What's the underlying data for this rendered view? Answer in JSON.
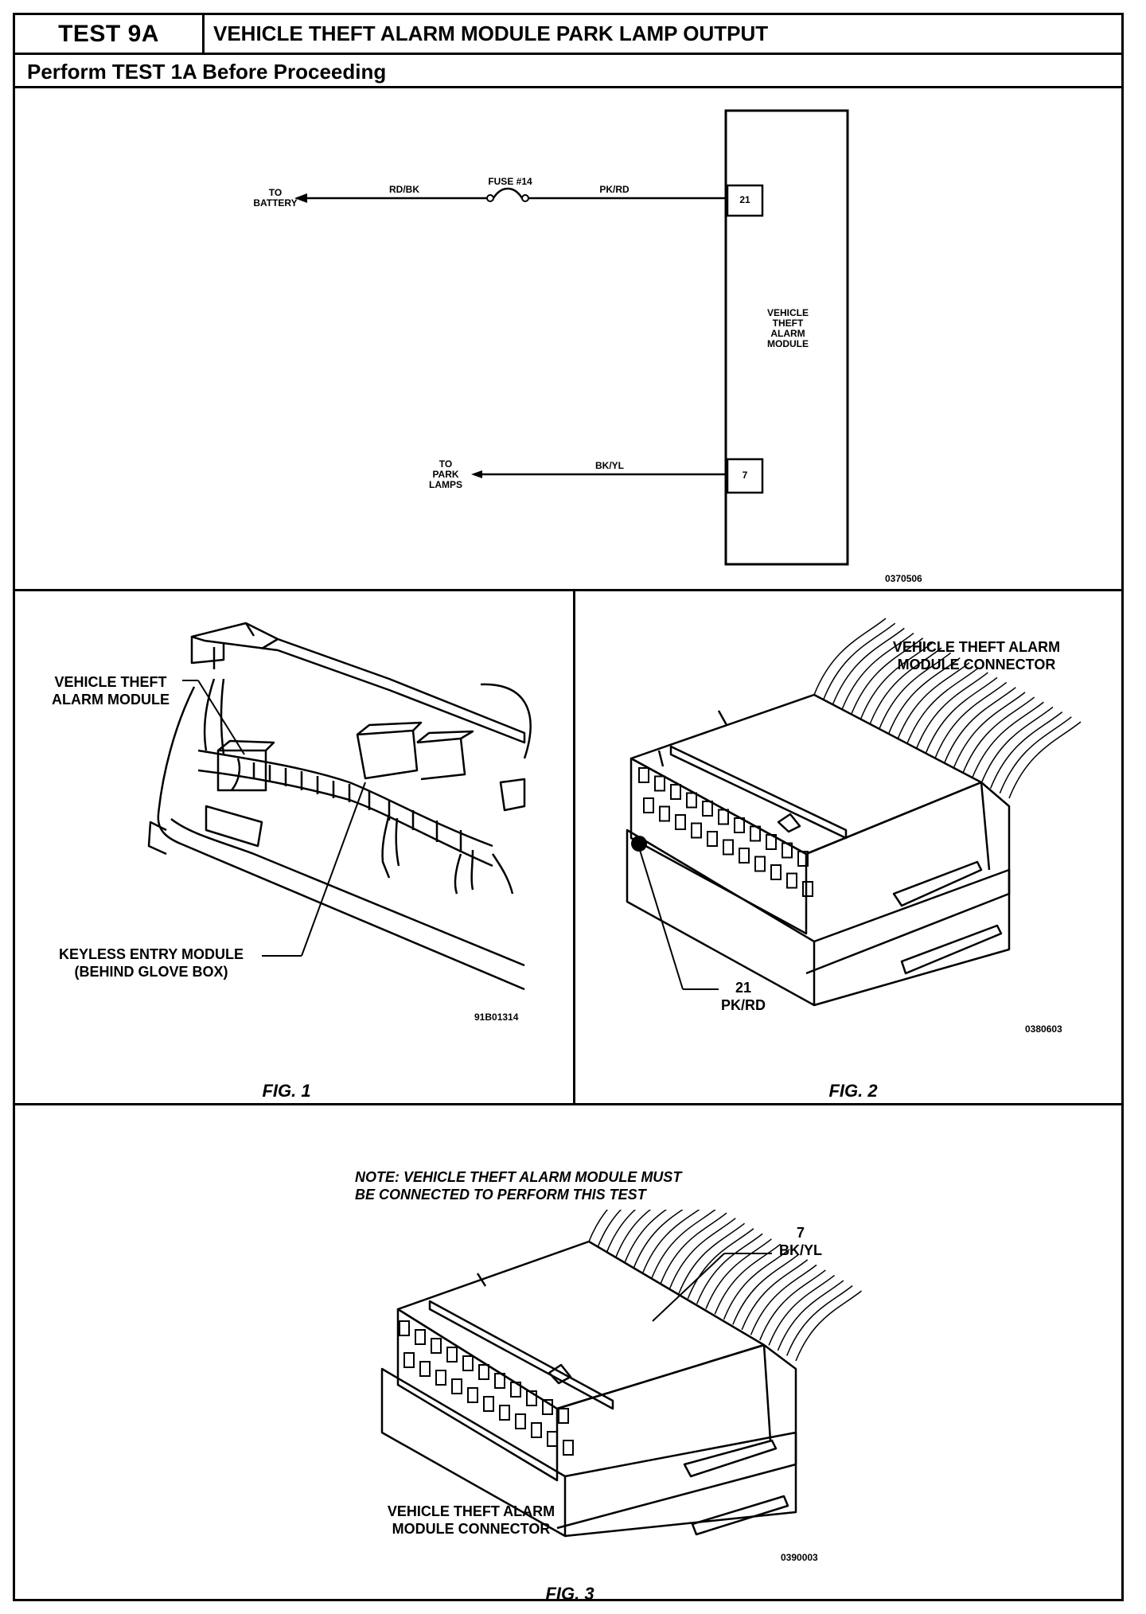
{
  "header": {
    "test_id": "TEST 9A",
    "title": "VEHICLE THEFT ALARM MODULE PARK LAMP OUTPUT",
    "subtitle": "Perform TEST 1A Before Proceeding"
  },
  "schematic": {
    "to_battery": "TO BATTERY",
    "to_battery_lines": [
      "TO",
      "BATTERY"
    ],
    "wire_rd_bk": "RD/BK",
    "fuse_label": "FUSE #14",
    "wire_pk_rd": "PK/RD",
    "pin_21": "21",
    "module_lines": [
      "VEHICLE",
      "THEFT",
      "ALARM",
      "MODULE"
    ],
    "to_park_lamps_lines": [
      "TO",
      "PARK",
      "LAMPS"
    ],
    "wire_bk_yl": "BK/YL",
    "pin_7": "7",
    "figure_code": "0370506"
  },
  "fig1": {
    "label_vtam_lines": [
      "VEHICLE THEFT",
      "ALARM MODULE"
    ],
    "label_keyless_lines": [
      "KEYLESS ENTRY MODULE",
      "(BEHIND GLOVE BOX)"
    ],
    "code": "91B01314",
    "caption": "FIG. 1"
  },
  "fig2": {
    "title_lines": [
      "VEHICLE THEFT ALARM",
      "MODULE CONNECTOR"
    ],
    "pin_lines": [
      "21",
      "PK/RD"
    ],
    "code": "0380603",
    "caption": "FIG. 2"
  },
  "fig3": {
    "note_lines": [
      "NOTE: VEHICLE THEFT ALARM MODULE MUST",
      "BE CONNECTED TO PERFORM THIS TEST"
    ],
    "pin_lines": [
      "7",
      "BK/YL"
    ],
    "connector_lines": [
      "VEHICLE THEFT ALARM",
      "MODULE CONNECTOR"
    ],
    "code": "0390003",
    "caption": "FIG. 3"
  }
}
